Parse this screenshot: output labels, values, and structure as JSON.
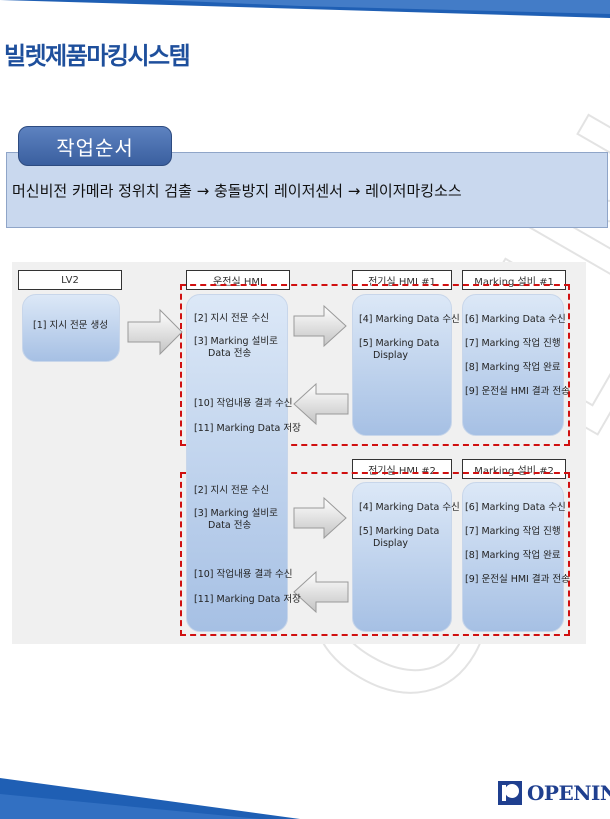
{
  "page": {
    "title": "빌렛제품마킹시스템",
    "section_tab": "작업순서",
    "description": "머신비전 카메라 정위치 검출 → 충돌방지 레이저센서 → 레이저마킹소스",
    "watermark": "OPENIT",
    "logo_text": "OPENIN",
    "colors": {
      "title": "#1e4f9c",
      "band": "#1f5fb4",
      "dashed": "#d01010",
      "pill": "#a6c0e4"
    }
  },
  "diagram": {
    "headers": {
      "lv2": "LV2",
      "hmi": "운전실 HMI",
      "elec1": "전기실 HMI #1",
      "mark1": "Marking 설비 #1",
      "elec2": "전기실 HMI #2",
      "mark2": "Marking 설비 #2"
    },
    "lv2_items": [
      "[1] 지시 전문 생성"
    ],
    "hmi_group1": {
      "i2": "[2] 지시 전문 수신",
      "i3a": "[3] Marking 설비로",
      "i3b": "Data 전송",
      "i10": "[10] 작업내용 결과 수신",
      "i11": "[11] Marking Data 저장"
    },
    "hmi_group2": {
      "i2": "[2] 지시 전문 수신",
      "i3a": "[3] Marking 설비로",
      "i3b": "Data 전송",
      "i10": "[10] 작업내용 결과 수신",
      "i11": "[11] Marking Data 저장"
    },
    "elec_group1": {
      "i4": "[4] Marking Data 수신",
      "i5a": "[5] Marking Data",
      "i5b": "Display"
    },
    "elec_group2": {
      "i4": "[4] Marking Data 수신",
      "i5a": "[5] Marking Data",
      "i5b": "Display"
    },
    "mark_group1": {
      "i6": "[6] Marking Data 수신",
      "i7": "[7] Marking 작업 진행",
      "i8": "[8] Marking 작업 완료",
      "i9": "[9] 운전실 HMI 결과 전송"
    },
    "mark_group2": {
      "i6": "[6] Marking Data 수신",
      "i7": "[7] Marking 작업 진행",
      "i8": "[8] Marking 작업 완료",
      "i9": "[9] 운전실 HMI 결과 전송"
    }
  }
}
